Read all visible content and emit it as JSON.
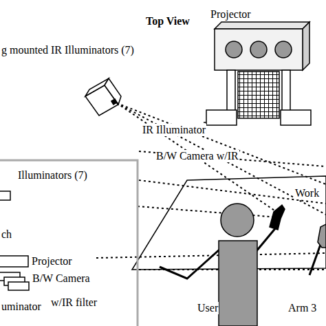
{
  "diagram": {
    "labels": [
      "Top View",
      "Projector",
      "g mounted IR Illuminators (7)",
      "IR Illuminator",
      "B/W Camera w/IR",
      "Illuminators (7)",
      "ch",
      "Projector",
      "B/W Camera",
      "w/IR filter",
      "uminator",
      "Work",
      "User",
      "Arm 3"
    ]
  }
}
